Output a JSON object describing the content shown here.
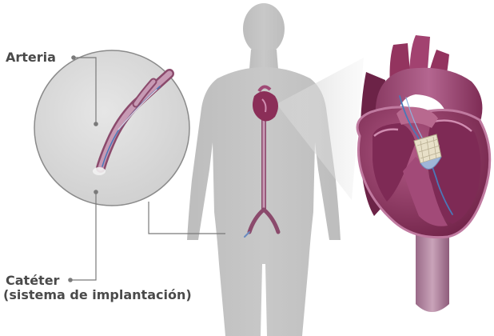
{
  "labels": {
    "artery": "Arteria",
    "catheter": "Catéter",
    "catheter_sub": "(sistema de implantación)"
  },
  "colors": {
    "silhouette": "#c4c4c4",
    "magnifier_fill": "#dcdcdc",
    "magnifier_border": "#8a8a8a",
    "leader_line": "#7a7a7a",
    "vessel": "#b47a98",
    "vessel_dark": "#8b4a6c",
    "catheter_blue": "#4a78b8",
    "heart_main": "#93345f",
    "heart_light": "#c47aa0",
    "heart_dark": "#5e1c3c",
    "heart_cavity": "#7e2a55",
    "aorta": "#a05078",
    "vena": "#6c2347",
    "valve_stent": "#e8e0c8",
    "label_text": "#4a4a4a"
  },
  "icons": [
    "human-silhouette",
    "heart-illustration",
    "artery-magnifier",
    "catheter-icon",
    "valve-stent-icon"
  ]
}
